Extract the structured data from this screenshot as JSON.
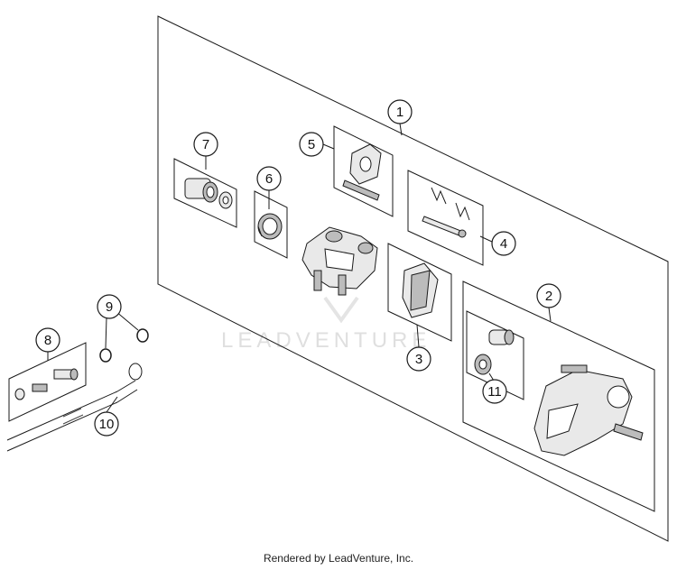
{
  "callouts": [
    "1",
    "2",
    "3",
    "4",
    "5",
    "6",
    "7",
    "8",
    "9",
    "10",
    "11"
  ],
  "watermark": "LEADVENTURE",
  "footer": "Rendered by LeadVenture, Inc.",
  "colors": {
    "line": "#1a1a1a",
    "part_fill": "#e9e9e9",
    "part_shade": "#bcbcbc",
    "watermark": "#dcdcdc"
  }
}
